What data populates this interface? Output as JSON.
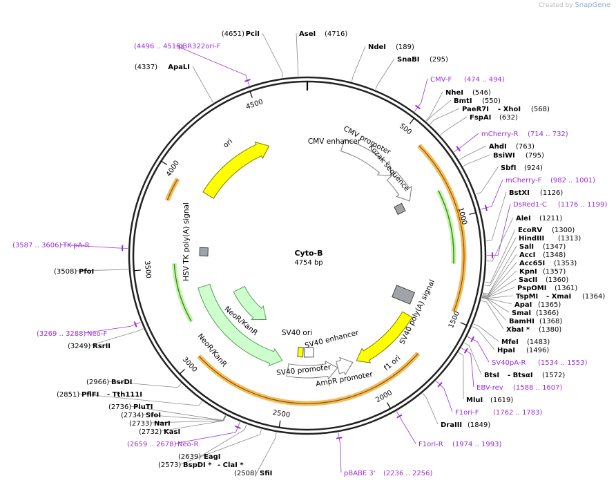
{
  "credit": {
    "prefix": "Created by",
    "brand": "SnapGene"
  },
  "plasmid": {
    "name": "Cyto-B",
    "length_label": "4754 bp",
    "length": 4754
  },
  "colors": {
    "primer": "#9a2bd4",
    "ori": "#ffff00",
    "neor": "#ccffcc",
    "orange_track": "#f0a21c",
    "green_track": "#2f8f00",
    "promoter": "#ffffff",
    "polyA": "#a0a4a8",
    "ring": "#222222"
  },
  "ticks": [
    "500",
    "1000",
    "1500",
    "2000",
    "2500",
    "3000",
    "3500",
    "4000",
    "4500"
  ],
  "features": [
    {
      "name": "CMV enhancer",
      "start": 235,
      "end": 614,
      "type": "promoter"
    },
    {
      "name": "CMV promoter",
      "start": 615,
      "end": 818,
      "type": "promoter"
    },
    {
      "name": "Kozak sequence",
      "start": 830,
      "end": 839,
      "type": "polyA"
    },
    {
      "name": "SV40 poly(A) signal",
      "start": 1420,
      "end": 1541,
      "type": "polyA"
    },
    {
      "name": "f1 ori",
      "start": 1591,
      "end": 2046,
      "type": "ori"
    },
    {
      "name": "AmpR promoter",
      "start": 2072,
      "end": 2176,
      "type": "promoter"
    },
    {
      "name": "SV40 promoter",
      "start": 2177,
      "end": 2506,
      "type": "promoter"
    },
    {
      "name": "SV40 enhancer",
      "start": 2329,
      "end": 2400,
      "type": "promoter"
    },
    {
      "name": "SV40 ori",
      "start": 2410,
      "end": 2450,
      "type": "ori"
    },
    {
      "name": "NeoR/KanR",
      "start": 2554,
      "end": 3348,
      "type": "neor"
    },
    {
      "name": "NeoR/KanR",
      "start": 2810,
      "end": 3220,
      "type": "neor"
    },
    {
      "name": "HSV TK poly(A) signal",
      "start": 3584,
      "end": 3602,
      "type": "polyA"
    },
    {
      "name": "ori",
      "start": 3980,
      "end": 4500,
      "type": "ori"
    }
  ],
  "sites": [
    {
      "name": "PciI",
      "pos_label": "(4651)",
      "kind": "enzyme"
    },
    {
      "name": "AseI",
      "pos_label": "(4716)",
      "kind": "enzyme"
    },
    {
      "name": "NdeI",
      "pos_label": "(189)",
      "kind": "enzyme"
    },
    {
      "name": "SnaBI",
      "pos_label": "(295)",
      "kind": "enzyme"
    },
    {
      "name": "pBR322ori-F",
      "pos_label": "(4496 .. 4515)",
      "kind": "primer"
    },
    {
      "name": "ApaLI",
      "pos_label": "(4337)",
      "kind": "enzyme"
    },
    {
      "name": "CMV-F",
      "pos_label": "(474 .. 494)",
      "kind": "primer"
    },
    {
      "name": "NheI",
      "pos_label": "(546)",
      "kind": "enzyme"
    },
    {
      "name": "BmtI",
      "pos_label": "(550)",
      "kind": "enzyme"
    },
    {
      "name": "PaeR7I",
      "pos_label": "",
      "kind": "enzyme"
    },
    {
      "name": "- XhoI",
      "pos_label": "(568)",
      "kind": "enzyme"
    },
    {
      "name": "FspAI",
      "pos_label": "(632)",
      "kind": "enzyme"
    },
    {
      "name": "mCherry-R",
      "pos_label": "(714 .. 732)",
      "kind": "primer"
    },
    {
      "name": "AhdI",
      "pos_label": "(763)",
      "kind": "enzyme"
    },
    {
      "name": "BsiWI",
      "pos_label": "(795)",
      "kind": "enzyme"
    },
    {
      "name": "SbfI",
      "pos_label": "(924)",
      "kind": "enzyme"
    },
    {
      "name": "mCherry-F",
      "pos_label": "(982 .. 1001)",
      "kind": "primer"
    },
    {
      "name": "BstXI",
      "pos_label": "(1126)",
      "kind": "enzyme"
    },
    {
      "name": "DsRed1-C",
      "pos_label": "(1176 .. 1199)",
      "kind": "primer"
    },
    {
      "name": "AleI",
      "pos_label": "(1211)",
      "kind": "enzyme"
    },
    {
      "name": "EcoRV",
      "pos_label": "(1300)",
      "kind": "enzyme"
    },
    {
      "name": "HindIII",
      "pos_label": "(1313)",
      "kind": "enzyme"
    },
    {
      "name": "SalI",
      "pos_label": "(1347)",
      "kind": "enzyme"
    },
    {
      "name": "AccI",
      "pos_label": "(1348)",
      "kind": "enzyme"
    },
    {
      "name": "Acc65I",
      "pos_label": "(1353)",
      "kind": "enzyme"
    },
    {
      "name": "KpnI",
      "pos_label": "(1357)",
      "kind": "enzyme"
    },
    {
      "name": "SacII",
      "pos_label": "(1360)",
      "kind": "enzyme"
    },
    {
      "name": "PspOMI",
      "pos_label": "(1361)",
      "kind": "enzyme"
    },
    {
      "name": "TspMI",
      "pos_label": "",
      "kind": "enzyme"
    },
    {
      "name": "- XmaI",
      "pos_label": "(1364)",
      "kind": "enzyme"
    },
    {
      "name": "ApaI",
      "pos_label": "(1365)",
      "kind": "enzyme"
    },
    {
      "name": "SmaI",
      "pos_label": "(1366)",
      "kind": "enzyme"
    },
    {
      "name": "BamHI",
      "pos_label": "(1368)",
      "kind": "enzyme"
    },
    {
      "name": "XbaI *",
      "pos_label": "(1380)",
      "kind": "enzyme"
    },
    {
      "name": "MfeI",
      "pos_label": "(1483)",
      "kind": "enzyme"
    },
    {
      "name": "HpaI",
      "pos_label": "(1496)",
      "kind": "enzyme"
    },
    {
      "name": "SV40pA-R",
      "pos_label": "(1534 .. 1553)",
      "kind": "primer"
    },
    {
      "name": "BtsI",
      "pos_label": "",
      "kind": "enzyme"
    },
    {
      "name": "- BtsαI",
      "pos_label": "(1572)",
      "kind": "enzyme"
    },
    {
      "name": "EBV-rev",
      "pos_label": "(1588 .. 1607)",
      "kind": "primer"
    },
    {
      "name": "MluI",
      "pos_label": "(1619)",
      "kind": "enzyme"
    },
    {
      "name": "F1ori-F",
      "pos_label": "(1762 .. 1783)",
      "kind": "primer"
    },
    {
      "name": "DraIII",
      "pos_label": "(1849)",
      "kind": "enzyme"
    },
    {
      "name": "F1ori-R",
      "pos_label": "(1974 .. 1993)",
      "kind": "primer"
    },
    {
      "name": "pBABE 3'",
      "pos_label": "(2236 .. 2256)",
      "kind": "primer"
    },
    {
      "name": "SfiI",
      "pos_label": "(2508)",
      "kind": "enzyme"
    },
    {
      "name": "BspDI *",
      "pos_label": "(2573)",
      "kind": "enzyme"
    },
    {
      "name": "- ClaI *",
      "pos_label": "",
      "kind": "enzyme"
    },
    {
      "name": "EagI",
      "pos_label": "(2639)",
      "kind": "enzyme"
    },
    {
      "name": "Neo-R",
      "pos_label": "(2659 .. 2678)",
      "kind": "primer"
    },
    {
      "name": "KasI",
      "pos_label": "(2732)",
      "kind": "enzyme"
    },
    {
      "name": "NarI",
      "pos_label": "(2733)",
      "kind": "enzyme"
    },
    {
      "name": "SfoI",
      "pos_label": "(2734)",
      "kind": "enzyme"
    },
    {
      "name": "PluTI",
      "pos_label": "(2736)",
      "kind": "enzyme"
    },
    {
      "name": "PflFI",
      "pos_label": "(2851)",
      "kind": "enzyme"
    },
    {
      "name": "- Tth111I",
      "pos_label": "",
      "kind": "enzyme"
    },
    {
      "name": "BsrDI",
      "pos_label": "(2966)",
      "kind": "enzyme"
    },
    {
      "name": "RsrII",
      "pos_label": "(3249)",
      "kind": "enzyme"
    },
    {
      "name": "Neo-F",
      "pos_label": "(3269 .. 3288)",
      "kind": "primer"
    },
    {
      "name": "PfoI",
      "pos_label": "(3508)",
      "kind": "enzyme"
    },
    {
      "name": "TK-pA-R",
      "pos_label": "(3587 .. 3606)",
      "kind": "primer"
    }
  ]
}
